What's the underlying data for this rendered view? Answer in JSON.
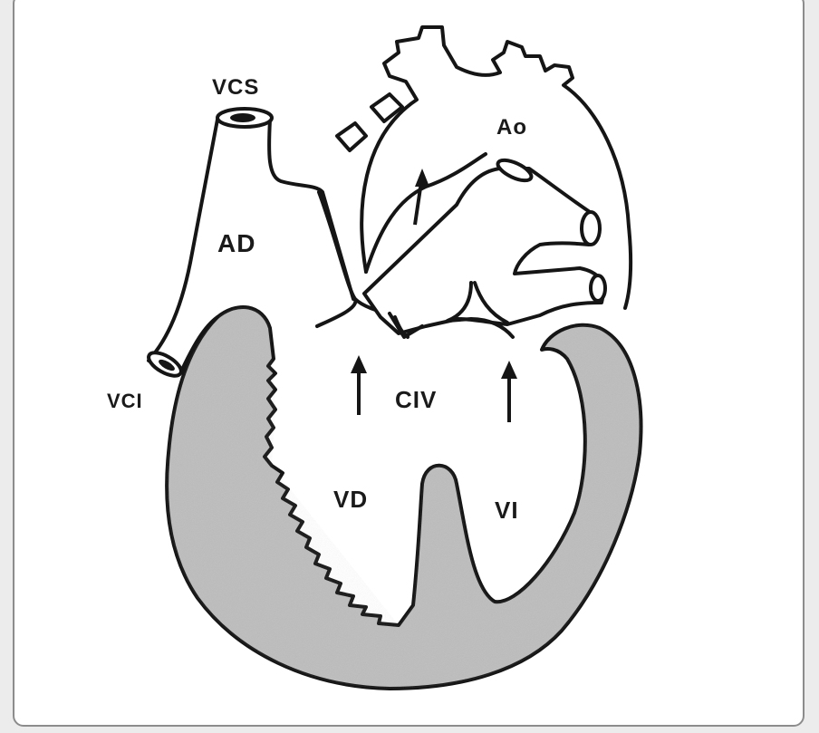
{
  "labels": {
    "vcs": "VCS",
    "ad": "AD",
    "vci": "VCI",
    "ao": "Ao",
    "civ": "CIV",
    "vd": "VD",
    "vi": "VI"
  },
  "colors": {
    "ink": "#151515",
    "myocardium": "#bdbdbd",
    "background": "#ffffff",
    "frame_border": "#8c8c8c"
  }
}
